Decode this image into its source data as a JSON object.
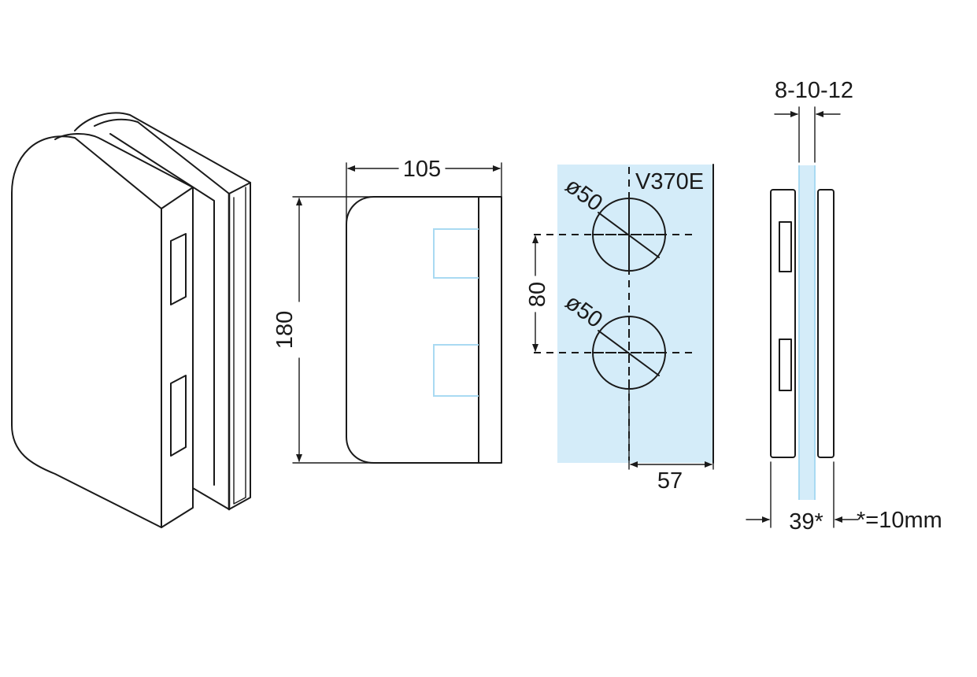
{
  "model": "V370E",
  "dimensions": {
    "width": "105",
    "height": "180",
    "hole_spacing": "80",
    "hole_diameter_1": "ø50",
    "hole_diameter_2": "ø50",
    "edge_offset": "57",
    "glass_thickness": "8-10-12",
    "depth": "39*",
    "note": "*=10mm"
  },
  "colors": {
    "line": "#1a1a1a",
    "glass_fill": "#d4ecf9",
    "glass_line": "#a9daf2"
  }
}
